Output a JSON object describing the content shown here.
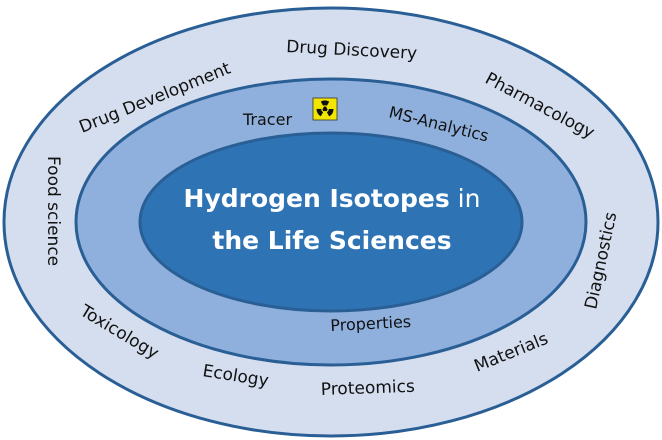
{
  "diagram": {
    "center": {
      "line1_bold": "Hydrogen Isotopes",
      "line1_rest": " in",
      "line2": "the Life Sciences"
    },
    "middle_ring": [
      "Tracer",
      "MS-Analytics",
      "Properties"
    ],
    "outer_ring": [
      "Drug Development",
      "Drug Discovery",
      "Pharmacology",
      "Food science",
      "Diagnostics",
      "Toxicology",
      "Ecology",
      "Proteomics",
      "Materials"
    ],
    "icons": {
      "radiation": "radiation-icon"
    },
    "colors": {
      "outer_fill": "#d5deef",
      "middle_fill": "#8fb0dc",
      "inner_fill": "#2e74b5",
      "stroke": "#2a5f96",
      "radiation_bg": "#f2e600"
    }
  }
}
